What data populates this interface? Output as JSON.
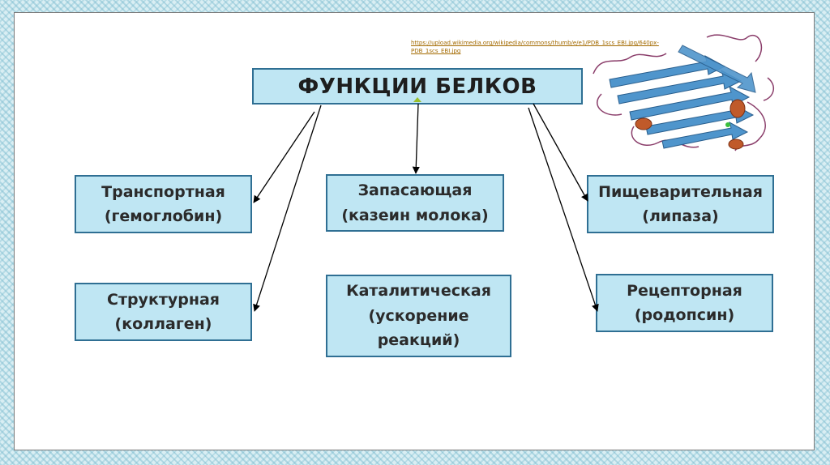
{
  "colors": {
    "box_fill": "#bfe6f3",
    "box_border": "#2f6f93",
    "arrow": "#000000",
    "link": "#a36a00",
    "helix": "#c05a2a",
    "sheet": "#4f95cc"
  },
  "source": {
    "line1": "https://upload.wikimedia.org/wikipedia/commons/thumb/e/e1/PDB_1scs_EBI.jpg/640px-",
    "line2": "PDB_1scs_EBI.jpg"
  },
  "title": "ФУНКЦИИ БЕЛКОВ",
  "image": {
    "icon": "protein-structure-icon"
  },
  "functions": [
    {
      "id": "transport",
      "line1": "Транспортная",
      "line2": "(гемоглобин)"
    },
    {
      "id": "storage",
      "line1": "Запасающая",
      "line2": "(казеин молока)"
    },
    {
      "id": "digestive",
      "line1": "Пищеварительная",
      "line2": "(липаза)"
    },
    {
      "id": "structural",
      "line1": "Структурная",
      "line2": "(коллаген)"
    },
    {
      "id": "catalytic",
      "line1": "Каталитическая",
      "line2": "(ускорение",
      "line3": "реакций)"
    },
    {
      "id": "receptor",
      "line1": "Рецепторная",
      "line2": "(родопсин)"
    }
  ]
}
